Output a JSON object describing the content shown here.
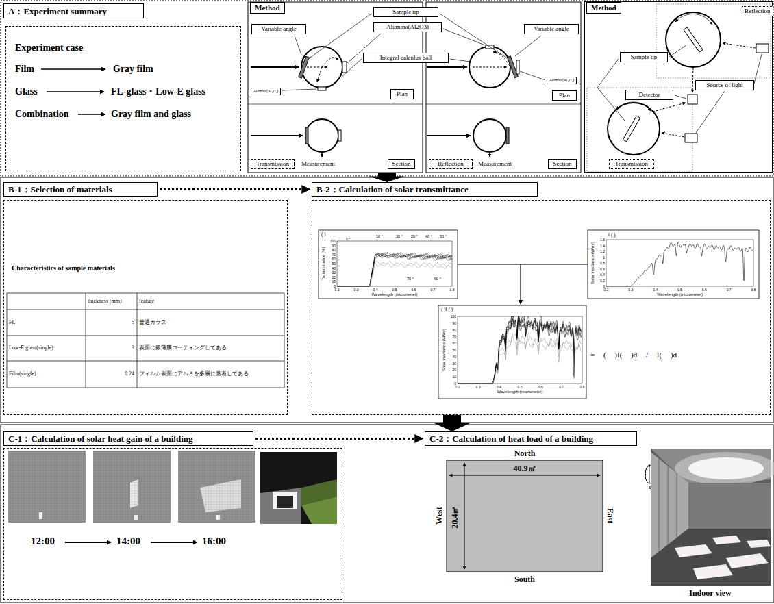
{
  "diagram": {
    "nodes": [
      {
        "text": [
          "A：Experiment summary"
        ]
      },
      {
        "text": [
          "Experiment case",
          "Film",
          "Gray film",
          "Glass",
          "FL-glass・Low-E glass",
          "Combination",
          "Gray film and glass"
        ]
      },
      {
        "text": [
          "Method"
        ]
      },
      {
        "text": [
          "Sample tip"
        ],
        "in": 2
      },
      {
        "text": [
          "Variable angle"
        ],
        "in": 2
      },
      {
        "text": [
          "Alumina(Al2O3)"
        ],
        "in": 2
      },
      {
        "text": [
          "Variable angle"
        ],
        "in": 2
      },
      {
        "text": [
          "Integral calculus ball"
        ],
        "in": 2
      },
      {
        "text": [
          "Alumina(Al₂O₃)"
        ],
        "in": 2
      },
      {
        "text": [
          "Plan"
        ],
        "in": 2
      },
      {
        "text": [
          "Alumina(Al₂O₃)"
        ],
        "in": 2
      },
      {
        "text": [
          "Plan"
        ],
        "in": 2
      },
      {
        "text": [
          "Transmission"
        ],
        "in": 2
      },
      {
        "text": [
          "Section"
        ],
        "in": 2
      },
      {
        "text": [
          "Reflection"
        ],
        "in": 2
      },
      {
        "text": [
          "Section"
        ],
        "in": 2
      },
      {
        "text": [
          "Method"
        ]
      },
      {
        "text": [
          "Reflection"
        ],
        "in": 16
      },
      {
        "text": [
          "Sample tip"
        ],
        "in": 16
      },
      {
        "text": [
          "Source of light"
        ],
        "in": 16
      },
      {
        "text": [
          "Detector"
        ],
        "in": 16
      },
      {
        "text": [
          "Transmission"
        ],
        "in": 16
      },
      {
        "text": [
          "B-1：Selection of materials"
        ]
      },
      {
        "text": [
          "B-2：Calculation of solar transmittance"
        ]
      },
      {
        "text": [
          "Characteristics of sample materials"
        ]
      },
      {
        "text": [
          "= ( )I( )d / I( )d"
        ]
      },
      {
        "text": [
          "C-1：Calculation of solar heat gain of a building"
        ]
      },
      {
        "text": [
          "C-2：Calculation of heat load of a building"
        ]
      },
      {
        "text": [
          "12:00",
          "14:00",
          "16:00"
        ]
      }
    ],
    "edges": [
      {
        "from": 2,
        "to": 23,
        "arrow": "to"
      },
      {
        "from": 22,
        "to": 23,
        "arrow": "to"
      },
      {
        "from": 25,
        "to": 27,
        "arrow": "to"
      },
      {
        "from": 26,
        "to": 27,
        "arrow": "to"
      }
    ],
    "labels": [
      "Measurement",
      "Measurement",
      "thickness (mm)",
      "feature",
      "FL",
      "5",
      "普通ガラス",
      "Low-E glass(single)",
      "3",
      "表面に銀薄膜コーティングしてある",
      "Film(single)",
      "0.24",
      "フィルム表面にアルミを多層に蒸着してある",
      "( )",
      "0 °",
      "10 °",
      "30 °",
      "20 °",
      "40 °",
      "50 °",
      "70 °",
      "60 °",
      "Transmittance (%)",
      "Wavelength (micrometer)",
      "0.2",
      "0.3",
      "0.4",
      "0.5",
      "0.6",
      "0.7",
      "0.8",
      "0",
      "10",
      "20",
      "30",
      "40",
      "50",
      "60",
      "70",
      "80",
      "90",
      "100",
      "I ( )",
      "Solar irradiance (W/m²)",
      "Wavelength (micrometer)",
      "0.2",
      "0.3",
      "0.4",
      "0.5",
      "0.6",
      "0.7",
      "0.8",
      "0",
      "0.2",
      "0.4",
      "0.6",
      "0.8",
      "1",
      "1.2",
      "1.4",
      "1.6",
      "( )I ( )",
      "Solar irradiance (W/m²)",
      "Wavelength (micrometer)",
      "0.2",
      "0.3",
      "0.4",
      "0.5",
      "0.6",
      "0.7",
      "0.8",
      "0",
      "10",
      "20",
      "30",
      "40",
      "50",
      "60",
      "70",
      "80",
      "90",
      "100",
      "North",
      "West",
      "East",
      "South",
      "40.9㎡",
      "20.4㎡",
      "s",
      "Indoor view"
    ]
  }
}
